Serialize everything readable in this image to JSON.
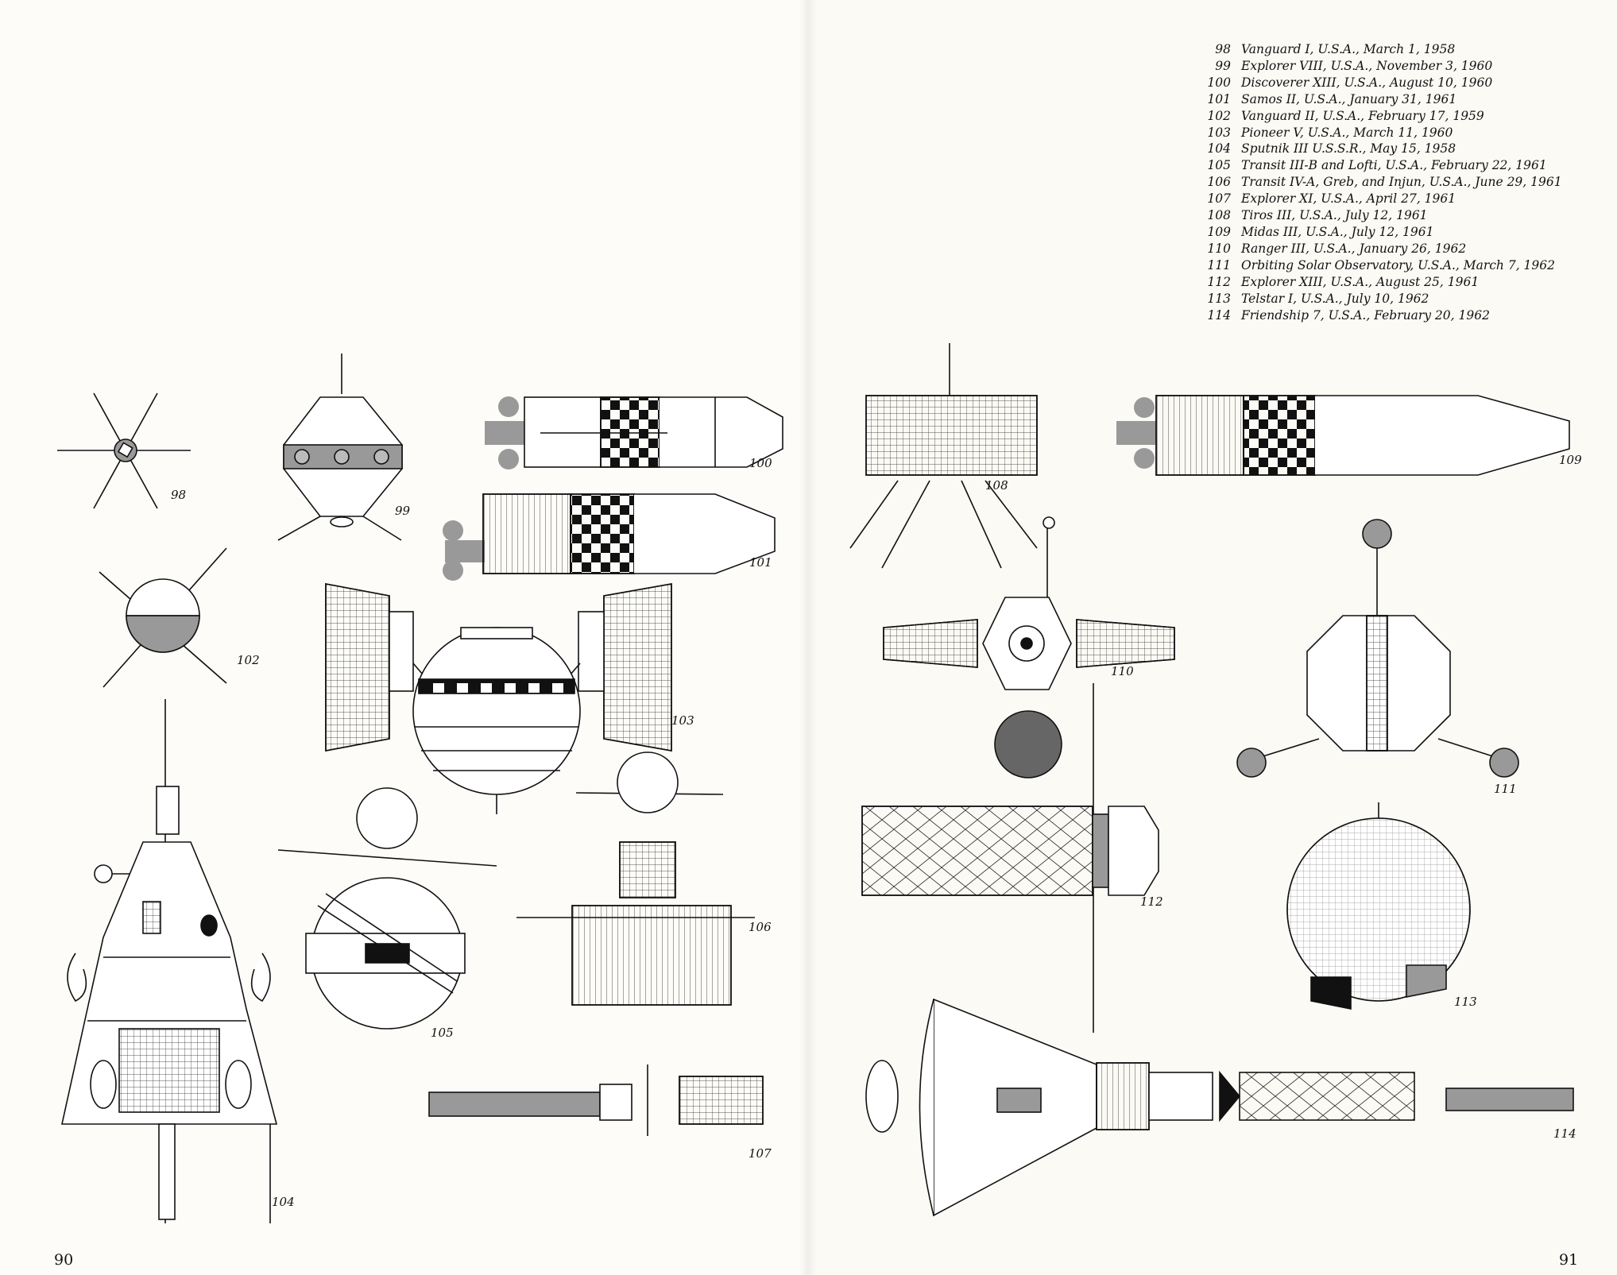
{
  "captions": [
    {
      "num": "98",
      "text": "Vanguard I, U.S.A., March 1, 1958"
    },
    {
      "num": "99",
      "text": "Explorer VIII, U.S.A., November 3, 1960"
    },
    {
      "num": "100",
      "text": "Discoverer XIII, U.S.A., August 10, 1960"
    },
    {
      "num": "101",
      "text": "Samos II, U.S.A., January 31, 1961"
    },
    {
      "num": "102",
      "text": "Vanguard II, U.S.A., February 17, 1959"
    },
    {
      "num": "103",
      "text": "Pioneer V, U.S.A., March 11, 1960"
    },
    {
      "num": "104",
      "text": "Sputnik III  U.S.S.R., May 15, 1958"
    },
    {
      "num": "105",
      "text": "Transit III-B and Lofti, U.S.A., February 22, 1961"
    },
    {
      "num": "106",
      "text": "Transit IV-A, Greb, and Injun, U.S.A., June 29, 1961"
    },
    {
      "num": "107",
      "text": "Explorer XI, U.S.A., April 27, 1961"
    },
    {
      "num": "108",
      "text": "Tiros III, U.S.A., July 12, 1961"
    },
    {
      "num": "109",
      "text": "Midas III, U.S.A., July 12, 1961"
    },
    {
      "num": "110",
      "text": "Ranger III, U.S.A., January 26, 1962"
    },
    {
      "num": "111",
      "text": "Orbiting Solar Observatory, U.S.A., March 7, 1962"
    },
    {
      "num": "112",
      "text": "Explorer XIII, U.S.A., August 25, 1961"
    },
    {
      "num": "113",
      "text": "Telstar I, U.S.A., July 10, 1962"
    },
    {
      "num": "114",
      "text": "Friendship 7, U.S.A., February 20, 1962"
    }
  ],
  "figure_labels": {
    "f98": "98",
    "f99": "99",
    "f100": "100",
    "f101": "101",
    "f102": "102",
    "f103": "103",
    "f104": "104",
    "f105": "105",
    "f106": "106",
    "f107": "107",
    "f108": "108",
    "f109": "109",
    "f110": "110",
    "f111": "111",
    "f112": "112",
    "f113": "113",
    "f114": "114"
  },
  "folios": {
    "left": "90",
    "right": "91"
  }
}
